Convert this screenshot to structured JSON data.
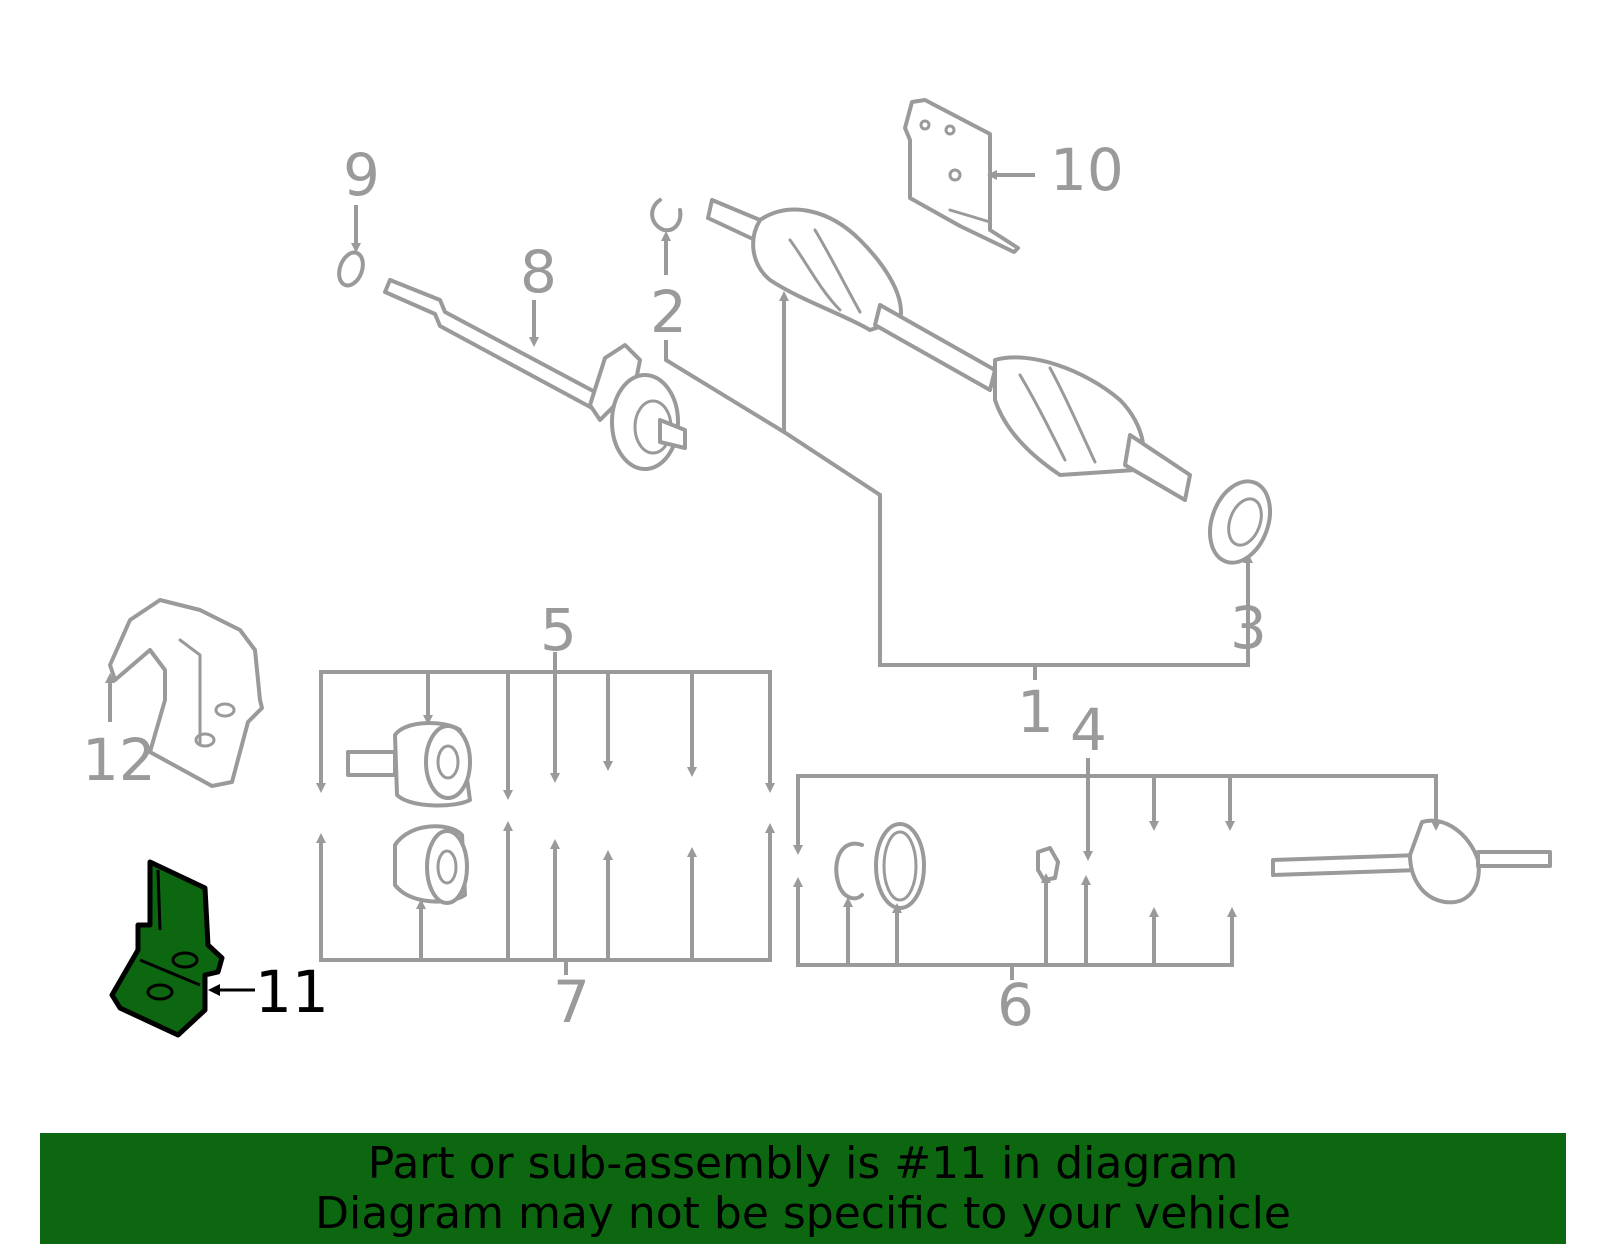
{
  "callouts": {
    "c1": "1",
    "c2": "2",
    "c3": "3",
    "c4": "4",
    "c5": "5",
    "c6": "6",
    "c7": "7",
    "c8": "8",
    "c9": "9",
    "c10": "10",
    "c11": "11",
    "c12": "12"
  },
  "highlighted_part": "11",
  "colors": {
    "highlight_fill": "#0d6610",
    "line_gray": "#9a9a9a",
    "banner_bg": "#0d6610",
    "banner_text": "#000000"
  },
  "banner": {
    "line1": "Part or sub-assembly is #11 in diagram",
    "line2": "Diagram may not be specific to your vehicle"
  }
}
